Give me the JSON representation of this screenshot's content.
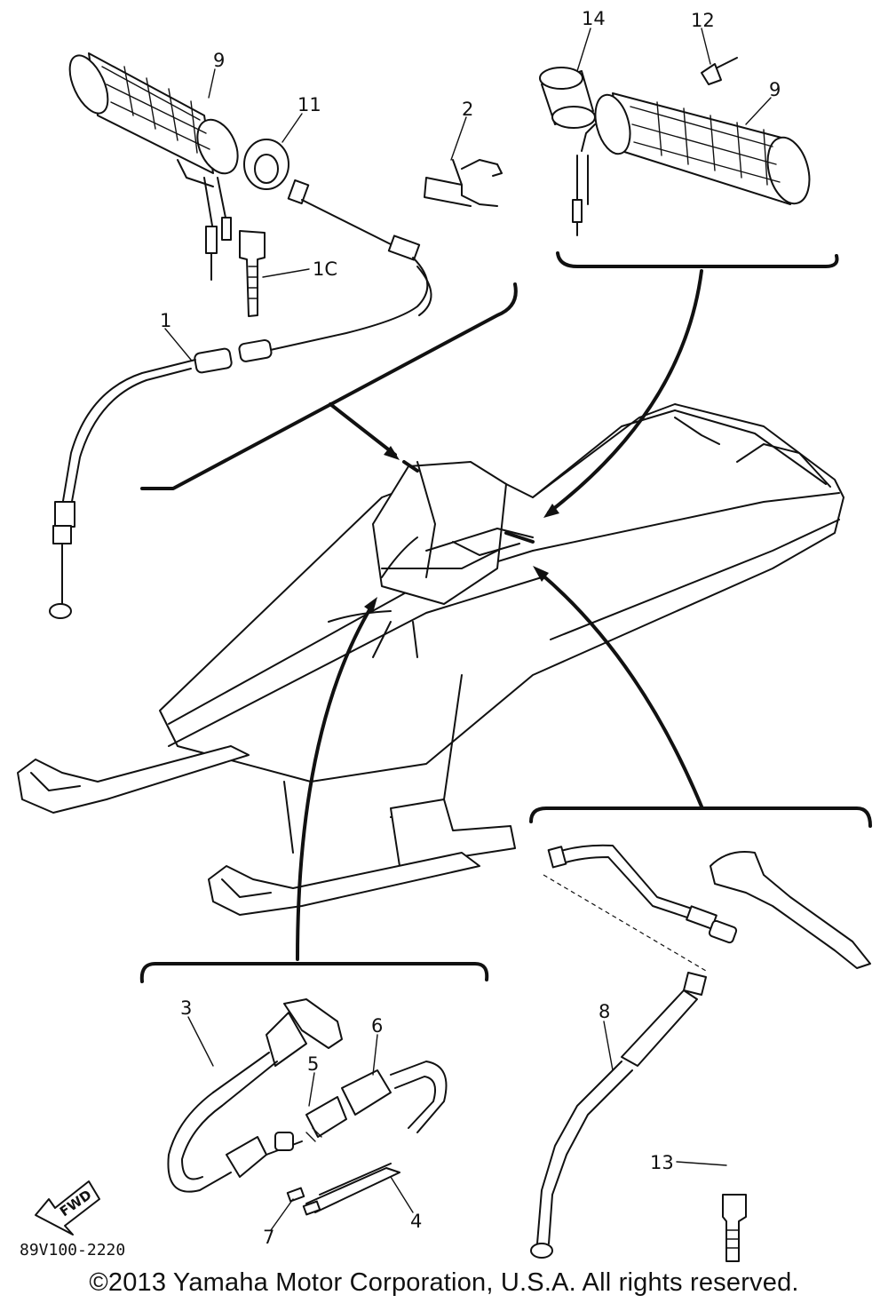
{
  "callouts": {
    "c9_left": "9",
    "c11": "11",
    "c2": "2",
    "c10": "1C",
    "c1": "1",
    "c14": "14",
    "c12": "12",
    "c9_right": "9",
    "c3": "3",
    "c5": "5",
    "c6": "6",
    "c4": "4",
    "c7": "7",
    "c8": "8",
    "c13": "13"
  },
  "fwd_label": "FWD",
  "diagram_code": "89V100-2220",
  "copyright": "©2013 Yamaha Motor Corporation, U.S.A. All rights reserved.",
  "colors": {
    "ink": "#111111",
    "background": "#ffffff"
  }
}
